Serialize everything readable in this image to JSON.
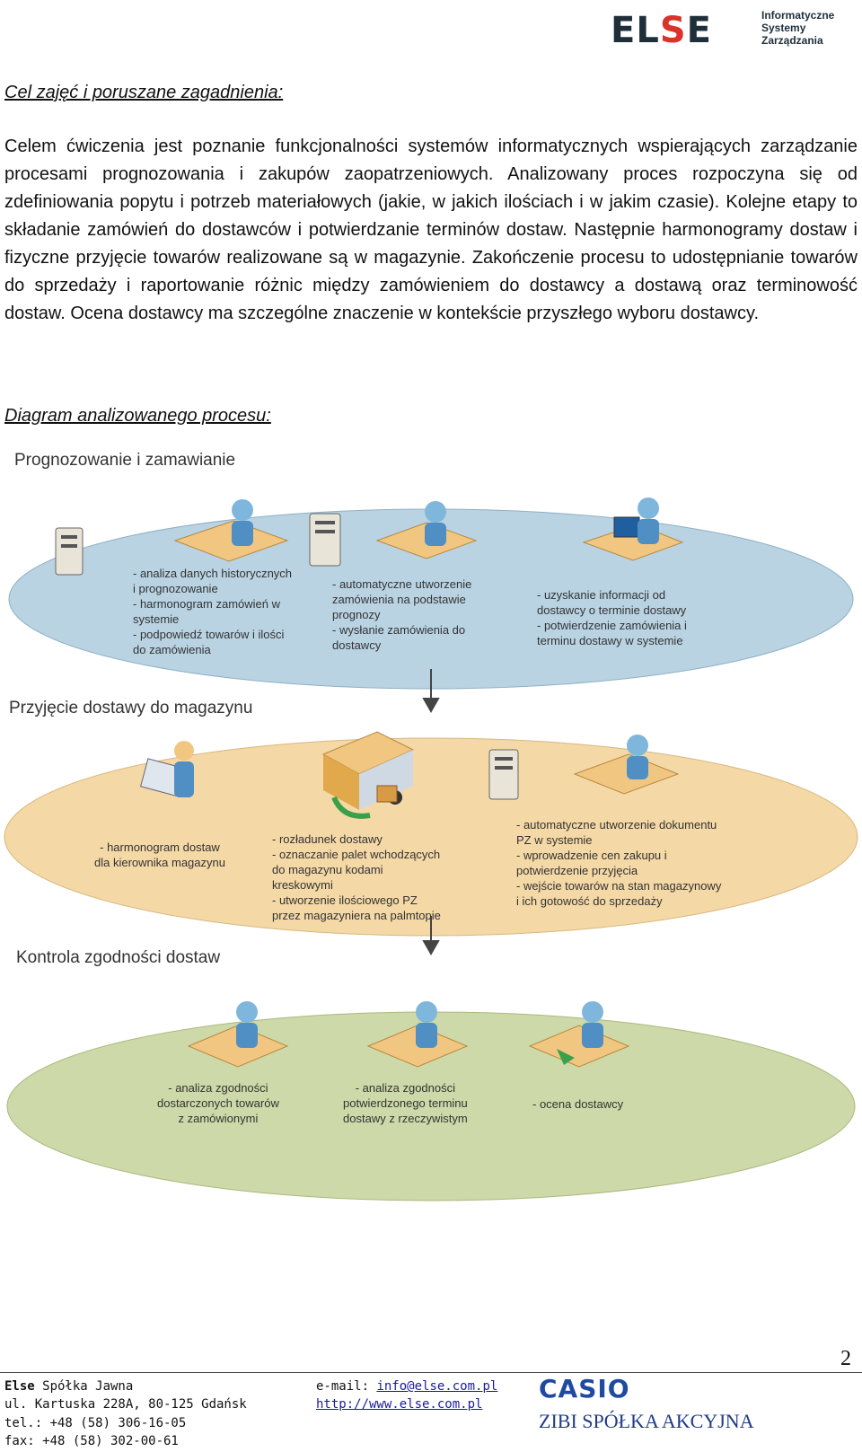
{
  "header": {
    "logo_text": "ELSE",
    "logo_sub": [
      "Informatyczne",
      "Systemy",
      "Zarządzania"
    ]
  },
  "section1": {
    "title": "Cel zajęć i poruszane zagadnienia:",
    "paragraph": "Celem ćwiczenia jest poznanie funkcjonalności systemów informatycznych wspierających zarządzanie procesami prognozowania i zakupów zaopatrzeniowych. Analizowany proces rozpoczyna się od zdefiniowania popytu i potrzeb materiałowych (jakie, w jakich ilościach i w jakim czasie). Kolejne etapy to składanie zamówień do dostawców i potwierdzanie terminów dostaw. Następnie harmonogramy dostaw i fizyczne przyjęcie towarów realizowane są w magazynie. Zakończenie procesu to udostępnianie towarów do sprzedaży i raportowanie różnic między zamówieniem do dostawcy a dostawą oraz terminowość dostaw. Ocena dostawcy ma szczególne znaczenie w kontekście przyszłego wyboru dostawcy."
  },
  "section2": {
    "title": "Diagram analizowanego procesu:"
  },
  "diagram": {
    "stages": [
      {
        "title": "Prognozowanie i zamawianie",
        "tasks": [
          "- analiza danych historycznych\ni prognozowanie\n- harmonogram zamówień w\nsystemie\n- podpowiedź towarów i ilości\ndo zamówienia",
          "- automatyczne utworzenie\nzamówienia na podstawie\nprognozy\n- wysłanie zamówienia do\ndostawcy",
          "- uzyskanie informacji od\ndostawcy o terminie dostawy\n- potwierdzenie zamówienia i\nterminu dostawy w systemie"
        ]
      },
      {
        "title": "Przyjęcie dostawy do magazynu",
        "tasks": [
          "- harmonogram dostaw\ndla kierownika magazynu",
          "- rozładunek dostawy\n- oznaczanie palet wchodzących\ndo magazynu kodami\nkreskowymi\n- utworzenie ilościowego PZ\nprzez magazyniera na palmtopie",
          "- automatyczne utworzenie dokumentu\nPZ w systemie\n- wprowadzenie cen zakupu i\npotwierdzenie przyjęcia\n- wejście towarów na stan magazynowy\ni ich gotowość do sprzedaży"
        ]
      },
      {
        "title": "Kontrola zgodności dostaw",
        "tasks": [
          "- analiza zgodności\ndostarczonych towarów\nz zamówionymi",
          "- analiza zgodności\npotwierdzonego terminu\ndostawy z rzeczywistym",
          "- ocena dostawcy"
        ]
      }
    ],
    "colors": {
      "blue_ellipse": "#b9d3e3",
      "orange_ellipse": "#f4d8a6",
      "green_ellipse": "#cdd9a8",
      "arrow": "#444444"
    }
  },
  "footer": {
    "page_number": "2",
    "company_bold": "Else",
    "company_rest": " Spółka Jawna",
    "address": "ul. Kartuska 228A, 80-125 Gdańsk",
    "tel": "tel.: +48 (58) 306-16-05",
    "fax": "fax: +48 (58) 302-00-61",
    "email_label": "e-mail: ",
    "email": "info@else.com.pl",
    "website": "http://www.else.com.pl",
    "casio": "CASIO",
    "zibi": "ZIBI SPÓŁKA AKCYJNA"
  }
}
